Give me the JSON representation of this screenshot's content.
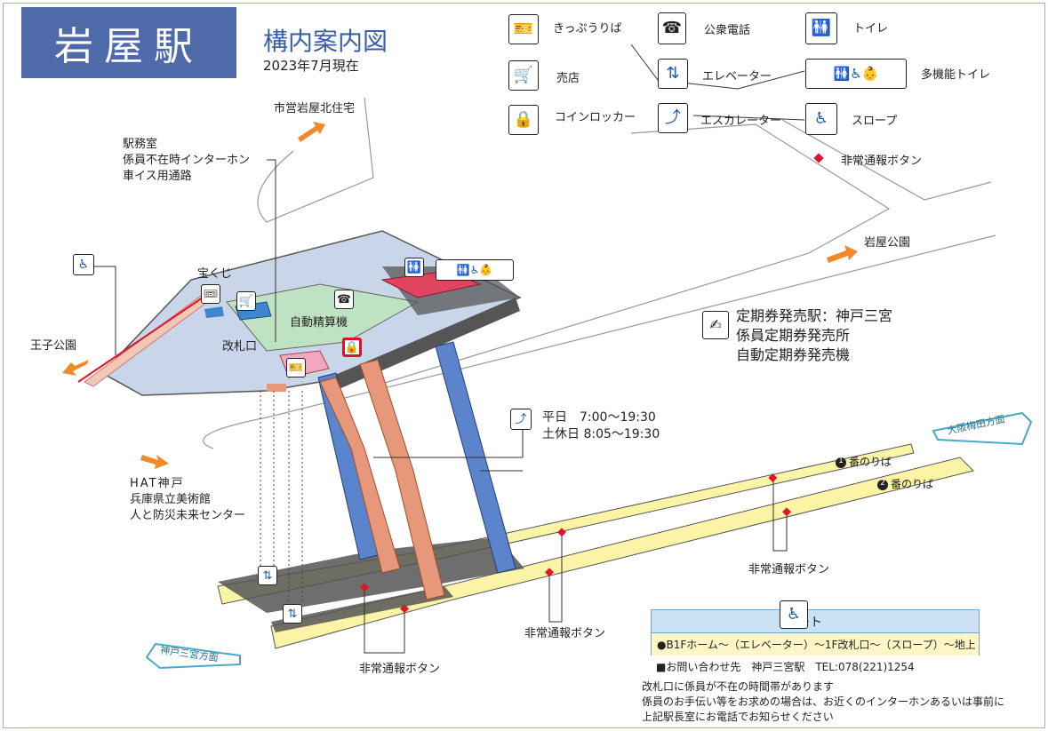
{
  "header": {
    "station_title": "岩屋駅",
    "map_title": "構内案内図",
    "date": "2023年7月現在"
  },
  "legend": {
    "items": [
      {
        "icon": "ticket-machine-icon",
        "label": "きっぷうりば"
      },
      {
        "icon": "telephone-icon",
        "label": "公衆電話"
      },
      {
        "icon": "toilet-icon",
        "label": "トイレ"
      },
      {
        "icon": "shop-icon",
        "label": "売店"
      },
      {
        "icon": "elevator-icon",
        "label": "エレベーター"
      },
      {
        "icon": "multipurpose-toilet-icon",
        "label": "多機能トイレ"
      },
      {
        "icon": "coin-locker-icon",
        "label": "コインロッカー"
      },
      {
        "icon": "escalator-icon",
        "label": "エスカレーター"
      },
      {
        "icon": "slope-icon",
        "label": "スロープ"
      }
    ],
    "emergency_label": "非常通報ボタン"
  },
  "map": {
    "labels": {
      "north_housing": "市営岩屋北住宅",
      "station_office": "駅務室",
      "intercom": "係員不在時インターホン",
      "wheelchair_path": "車イス用通路",
      "lottery": "宝くじ",
      "fare_adjust": "自動精算機",
      "ticket_gate": "改札口",
      "oji_park": "王子公園",
      "iwaya_park": "岩屋公園",
      "hat_kobe_1": "HAT神戸",
      "hat_kobe_2": "兵庫県立美術館",
      "hat_kobe_3": "人と防災未来センター",
      "platform_1": "番のりば",
      "platform_2": "番のりば",
      "platform_1_num": "1",
      "platform_2_num": "2",
      "emergency_1": "非常通報ボタン",
      "emergency_2": "非常通報ボタン",
      "emergency_3": "非常通報ボタン",
      "to_osaka": "大阪梅田方面",
      "to_kobe": "神戸三宮方面"
    },
    "commuter_pass": {
      "line1": "定期券発売駅：神戸三宮",
      "line2": "係員定期券発売所",
      "line3": "自動定期券発売機"
    },
    "escalator_hours": {
      "weekday": "平日　7:00〜19:30",
      "weekend": "土休日 8:05〜19:30"
    }
  },
  "route": {
    "title": "ルート",
    "path": "●B1Fホーム〜（エレベーター）〜1F改札口〜（スロープ）〜地上"
  },
  "footer": {
    "contact": "■お問い合わせ先　神戸三宮駅　TEL:078(221)1254",
    "note1": "改札口に係員が不在の時間帯があります",
    "note2": "係員のお手伝い等をお求めの場合は、お近くのインターホンあるいは事前に",
    "note3": "上記駅長室にお電話でお知らせください"
  },
  "colors": {
    "title_bg": "#4f6aa8",
    "concourse": "#c9d6ea",
    "platform": "#fbf3a6",
    "stair": "#e8987a",
    "escalator": "#5b84cc",
    "emergency": "#e0142a",
    "arrow": "#f08a2a"
  }
}
